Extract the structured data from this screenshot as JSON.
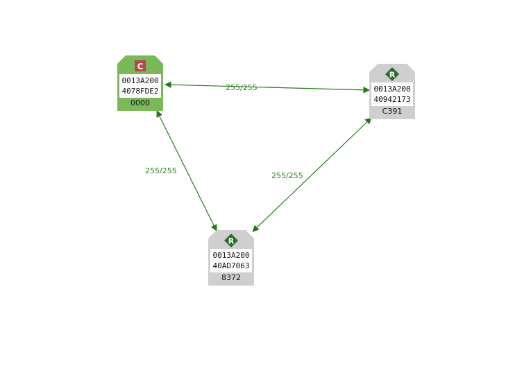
{
  "colors": {
    "coordinator": "#79b959",
    "router": "#cfcfcf",
    "link": "#217a17",
    "link_label": "#2e7d1f",
    "coordinator_badge": "#b94848",
    "router_badge": "#2f6b2a"
  },
  "nodes": [
    {
      "id": "coord",
      "role": "coordinator",
      "badge": "C",
      "addr_hi": "0013A200",
      "addr_lo": "4078FDE2",
      "network_id": "0000"
    },
    {
      "id": "r1",
      "role": "router",
      "badge": "R",
      "addr_hi": "0013A200",
      "addr_lo": "40942173",
      "network_id": "C391"
    },
    {
      "id": "r2",
      "role": "router",
      "badge": "R",
      "addr_hi": "0013A200",
      "addr_lo": "40AD7063",
      "network_id": "8372"
    }
  ],
  "links": [
    {
      "from": "coord",
      "to": "r1",
      "quality": "255/255"
    },
    {
      "from": "coord",
      "to": "r2",
      "quality": "255/255"
    },
    {
      "from": "r1",
      "to": "r2",
      "quality": "255/255"
    }
  ]
}
